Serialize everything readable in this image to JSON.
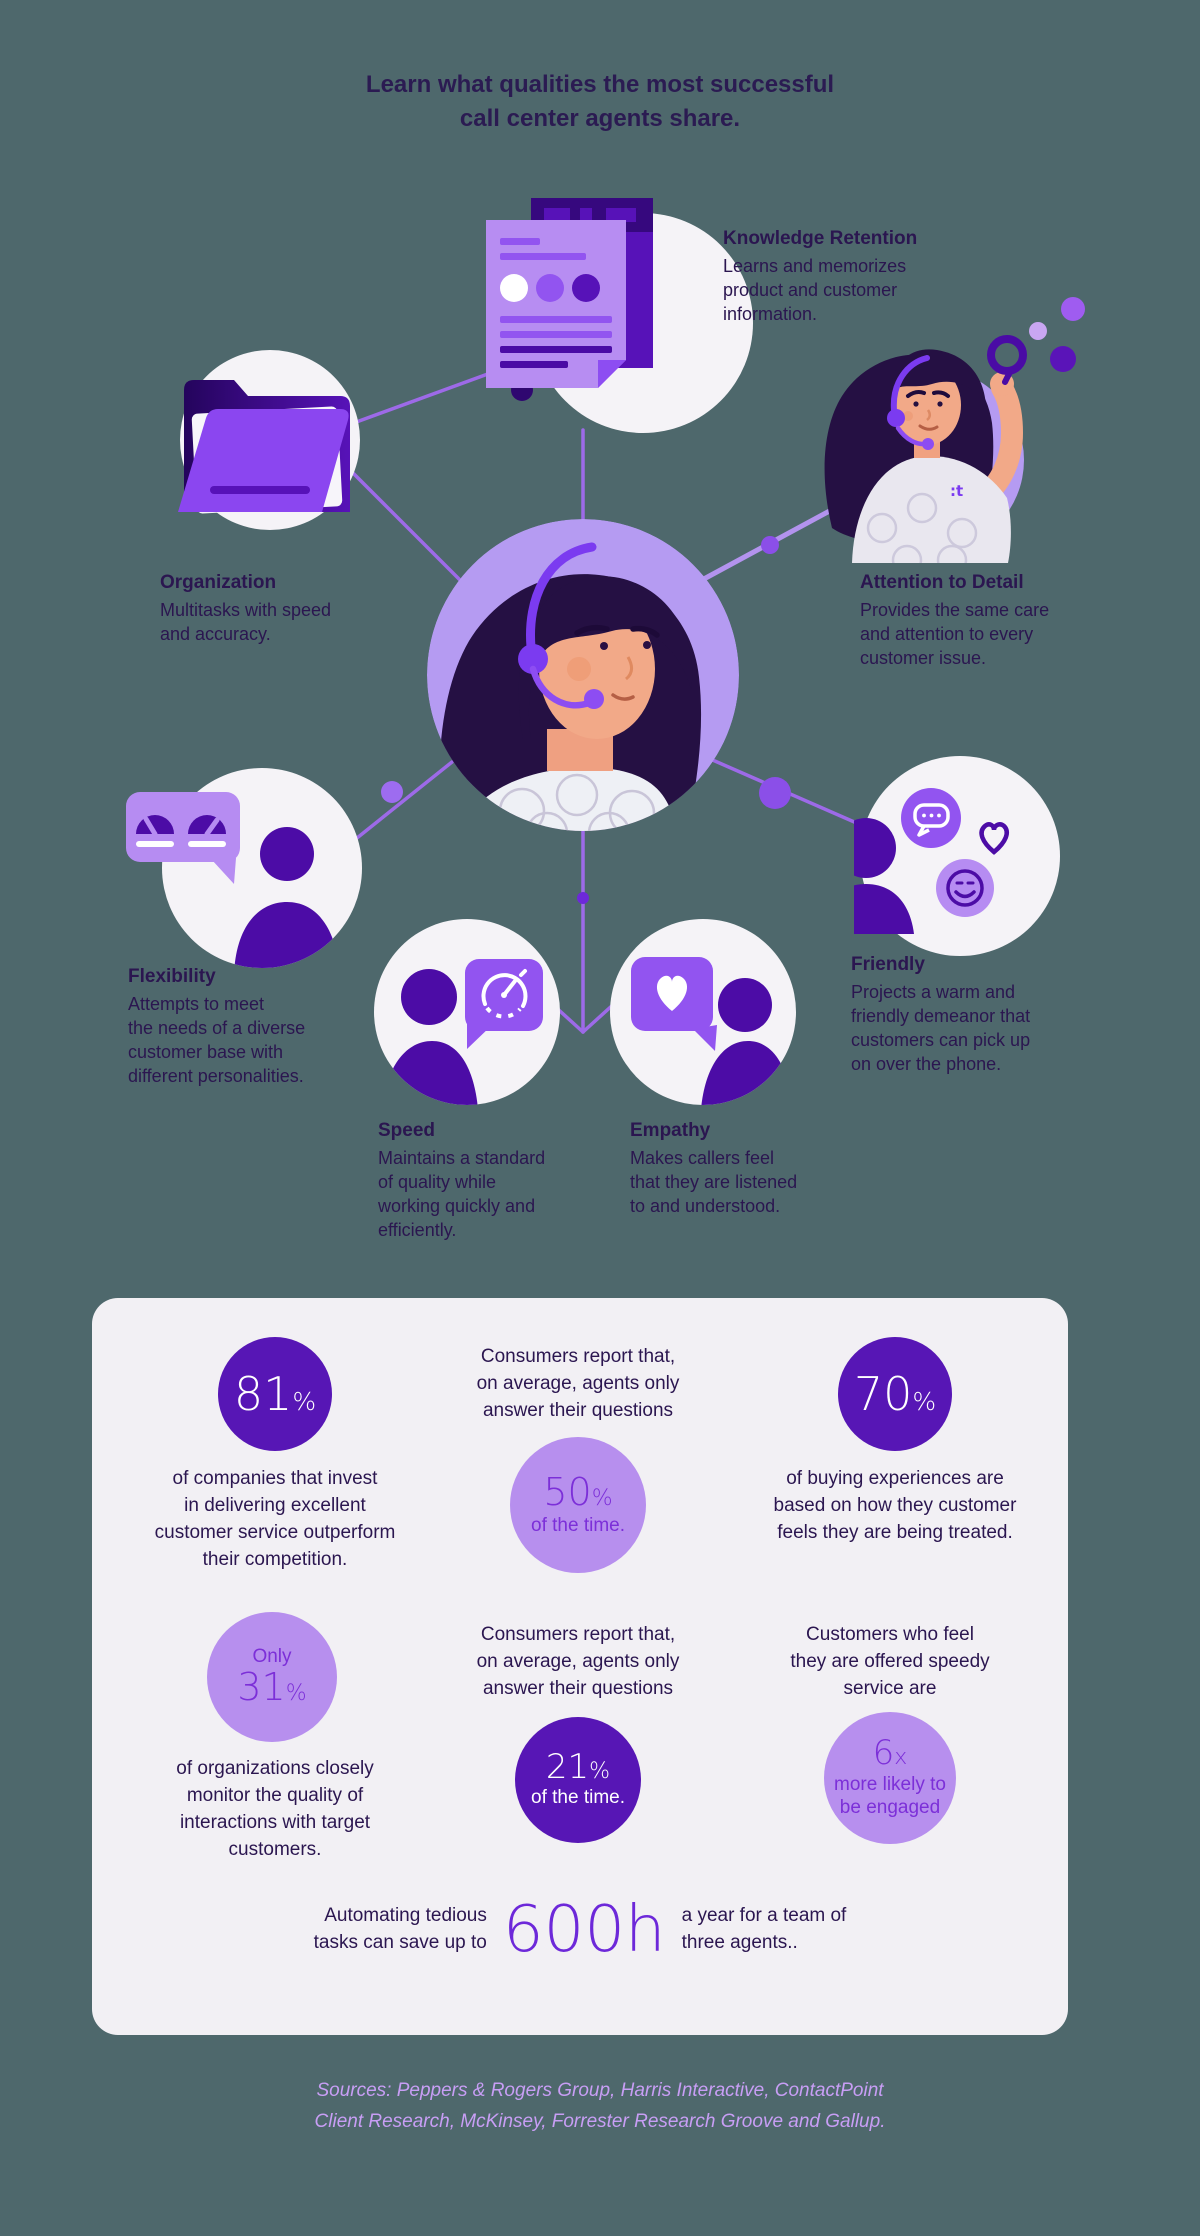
{
  "page": {
    "title": "Learn what qualities the most successful\ncall center agents share.",
    "background_color": "#4e686c",
    "card_color": "#f2f0f4"
  },
  "colors": {
    "dark_text": "#2b1650",
    "dark_stat_circle": "#5716b5",
    "light_stat_circle": "#b78fee",
    "light_stat_text": "#7c2fd8",
    "bright_purple": "#9254f0",
    "deep_purple_person": "#4c0ca6",
    "light_purple_bubble": "#b68cf2",
    "connector_line": "#9d6ae8",
    "sources_text": "#c89ef5",
    "value_purple": "#6d28d9"
  },
  "icons": {
    "document": "document-icon",
    "folder": "folder-icon",
    "magnifier": "magnifier-icon",
    "gauge": "gauge-icon",
    "stopwatch": "stopwatch-icon",
    "heart": "heart-icon",
    "chat": "chat-bubble-icon",
    "smiley": "smiley-icon",
    "headset": "headset-icon",
    "person": "person-silhouette-icon"
  },
  "qualities": {
    "knowledge_retention": {
      "name": "Knowledge Retention",
      "desc": "Learns and memorizes\nproduct and customer\ninformation."
    },
    "organization": {
      "name": "Organization",
      "desc": "Multitasks with speed\nand accuracy."
    },
    "attention_to_detail": {
      "name": "Attention to Detail",
      "desc": "Provides the same care\nand attention to every\ncustomer issue."
    },
    "flexibility": {
      "name": "Flexibility",
      "desc": "Attempts to meet\nthe needs of a diverse\ncustomer base with\ndifferent personalities."
    },
    "friendly": {
      "name": "Friendly",
      "desc": "Projects a warm and\nfriendly demeanor that\ncustomers can pick up\non over the phone."
    },
    "speed": {
      "name": "Speed",
      "desc": "Maintains a standard\nof quality while\nworking quickly and\nefficiently."
    },
    "empathy": {
      "name": "Empathy",
      "desc": "Makes callers feel\nthat they are listened\nto and understood."
    }
  },
  "stats": {
    "stat_81": {
      "value": "81",
      "unit": "%",
      "desc": "of companies that invest\nin delivering excellent\ncustomer service outperform\ntheir competition."
    },
    "stat_50": {
      "intro": "Consumers report that,\non average, agents only\nanswer their questions",
      "value": "50",
      "unit": "%",
      "caption": "of the time."
    },
    "stat_70": {
      "value": "70",
      "unit": "%",
      "desc": "of buying experiences are\nbased on how they customer\nfeels they are being treated."
    },
    "stat_31": {
      "prefix": "Only",
      "value": "31",
      "unit": "%",
      "desc": "of organizations closely\nmonitor the quality of\ninteractions with target\ncustomers."
    },
    "stat_21": {
      "intro": "Consumers report that,\non average, agents only\nanswer their questions",
      "value": "21",
      "unit": "%",
      "caption": "of the time."
    },
    "stat_6x": {
      "intro": "Customers who feel\nthey are offered speedy\nservice are",
      "value": "6",
      "unit": "x",
      "caption": "more likely to\nbe engaged"
    },
    "saving": {
      "before": "Automating tedious\ntasks can save up to",
      "value": "600h",
      "after": "a year for a team of\nthree agents.."
    }
  },
  "sources": "Sources: Peppers & Rogers Group, Harris Interactive, ContactPoint\nClient Research, McKinsey, Forrester Research Groove and Gallup."
}
